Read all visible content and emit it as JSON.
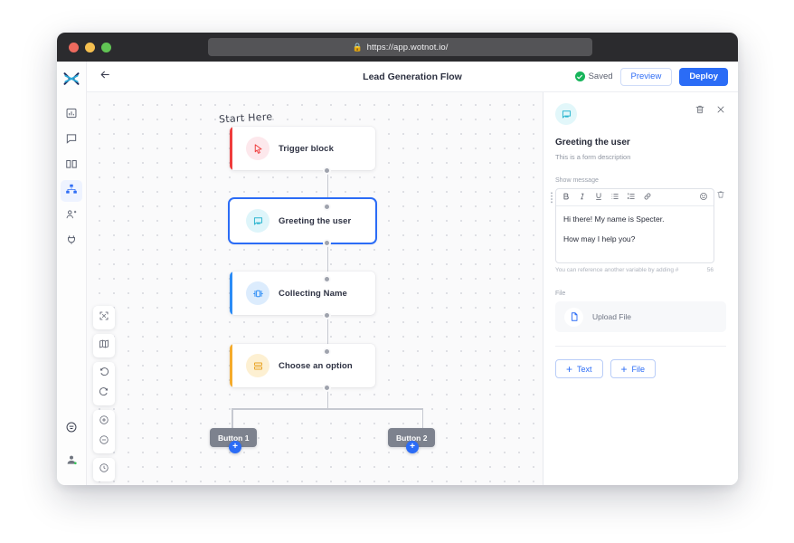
{
  "browser": {
    "url": "https://app.wotnot.io/",
    "lock_icon": "lock-icon"
  },
  "header": {
    "back_icon": "back-arrow-icon",
    "flow_title": "Lead Generation Flow",
    "saved_label": "Saved",
    "preview_label": "Preview",
    "deploy_label": "Deploy"
  },
  "sidebar": {
    "logo": "wotnot-logo",
    "items": [
      {
        "icon": "analytics-icon",
        "active": false
      },
      {
        "icon": "chat-bubble-icon",
        "active": false
      },
      {
        "icon": "book-icon",
        "active": false
      },
      {
        "icon": "flow-hierarchy-icon",
        "active": true
      },
      {
        "icon": "users-icon",
        "active": false
      },
      {
        "icon": "plug-icon",
        "active": false
      }
    ],
    "bottom": [
      {
        "icon": "help-circle-icon"
      },
      {
        "icon": "avatar-icon"
      }
    ]
  },
  "canvas": {
    "start_here_label": "Start Here",
    "nodes": [
      {
        "label": "Trigger block",
        "icon": "cursor-arrow-icon",
        "accent": "#ef3c3c",
        "icon_bg": "#fde8ec",
        "selected": false
      },
      {
        "label": "Greeting the user",
        "icon": "message-icon",
        "accent": "#2b6cf6",
        "icon_bg": "#def5fa",
        "selected": true
      },
      {
        "label": "Collecting Name",
        "icon": "form-input-icon",
        "accent": "#2b8cf6",
        "icon_bg": "#dcecfd",
        "selected": false
      },
      {
        "label": "Choose an option",
        "icon": "list-options-icon",
        "accent": "#f5ab2b",
        "icon_bg": "#fdf0d2",
        "selected": false
      }
    ],
    "options": [
      {
        "label": "Button 1",
        "badge": "+"
      },
      {
        "label": "Button 2",
        "badge": "+"
      }
    ],
    "tools": [
      {
        "icon": "fit-screen-icon"
      },
      {
        "icon": "minimap-icon"
      },
      {
        "icon": "undo-icon"
      },
      {
        "icon": "redo-icon"
      },
      {
        "icon": "zoom-in-icon"
      },
      {
        "icon": "zoom-out-icon"
      },
      {
        "icon": "history-clock-icon"
      }
    ]
  },
  "panel": {
    "node_icon": "message-icon",
    "delete_icon": "trash-icon",
    "close_icon": "close-icon",
    "title": "Greeting the user",
    "description": "This is a form description",
    "message_label": "Show message",
    "toolbar": [
      {
        "icon": "bold-icon",
        "glyph": "B"
      },
      {
        "icon": "italic-icon",
        "glyph": "I"
      },
      {
        "icon": "underline-icon",
        "glyph": "U"
      },
      {
        "icon": "bullet-list-icon",
        "glyph": "≡"
      },
      {
        "icon": "numbered-list-icon",
        "glyph": "≡"
      },
      {
        "icon": "link-icon",
        "glyph": "∞"
      },
      {
        "icon": "emoji-icon",
        "glyph": "☺"
      }
    ],
    "message_lines": [
      "Hi there! My name is Specter.",
      "How may I help you?"
    ],
    "hint": "You can reference another variable by adding #",
    "counter": "56",
    "file_label": "File",
    "upload_icon": "file-icon",
    "upload_label": "Upload File",
    "add_text_label": "Text",
    "add_file_label": "File",
    "drag_handle_icon": "drag-handle-icon",
    "row_delete_icon": "trash-icon"
  },
  "colors": {
    "accent_blue": "#2b6cf6",
    "saved_green": "#17b55b",
    "trigger_red": "#ef3c3c",
    "option_orange": "#f5ab2b"
  }
}
